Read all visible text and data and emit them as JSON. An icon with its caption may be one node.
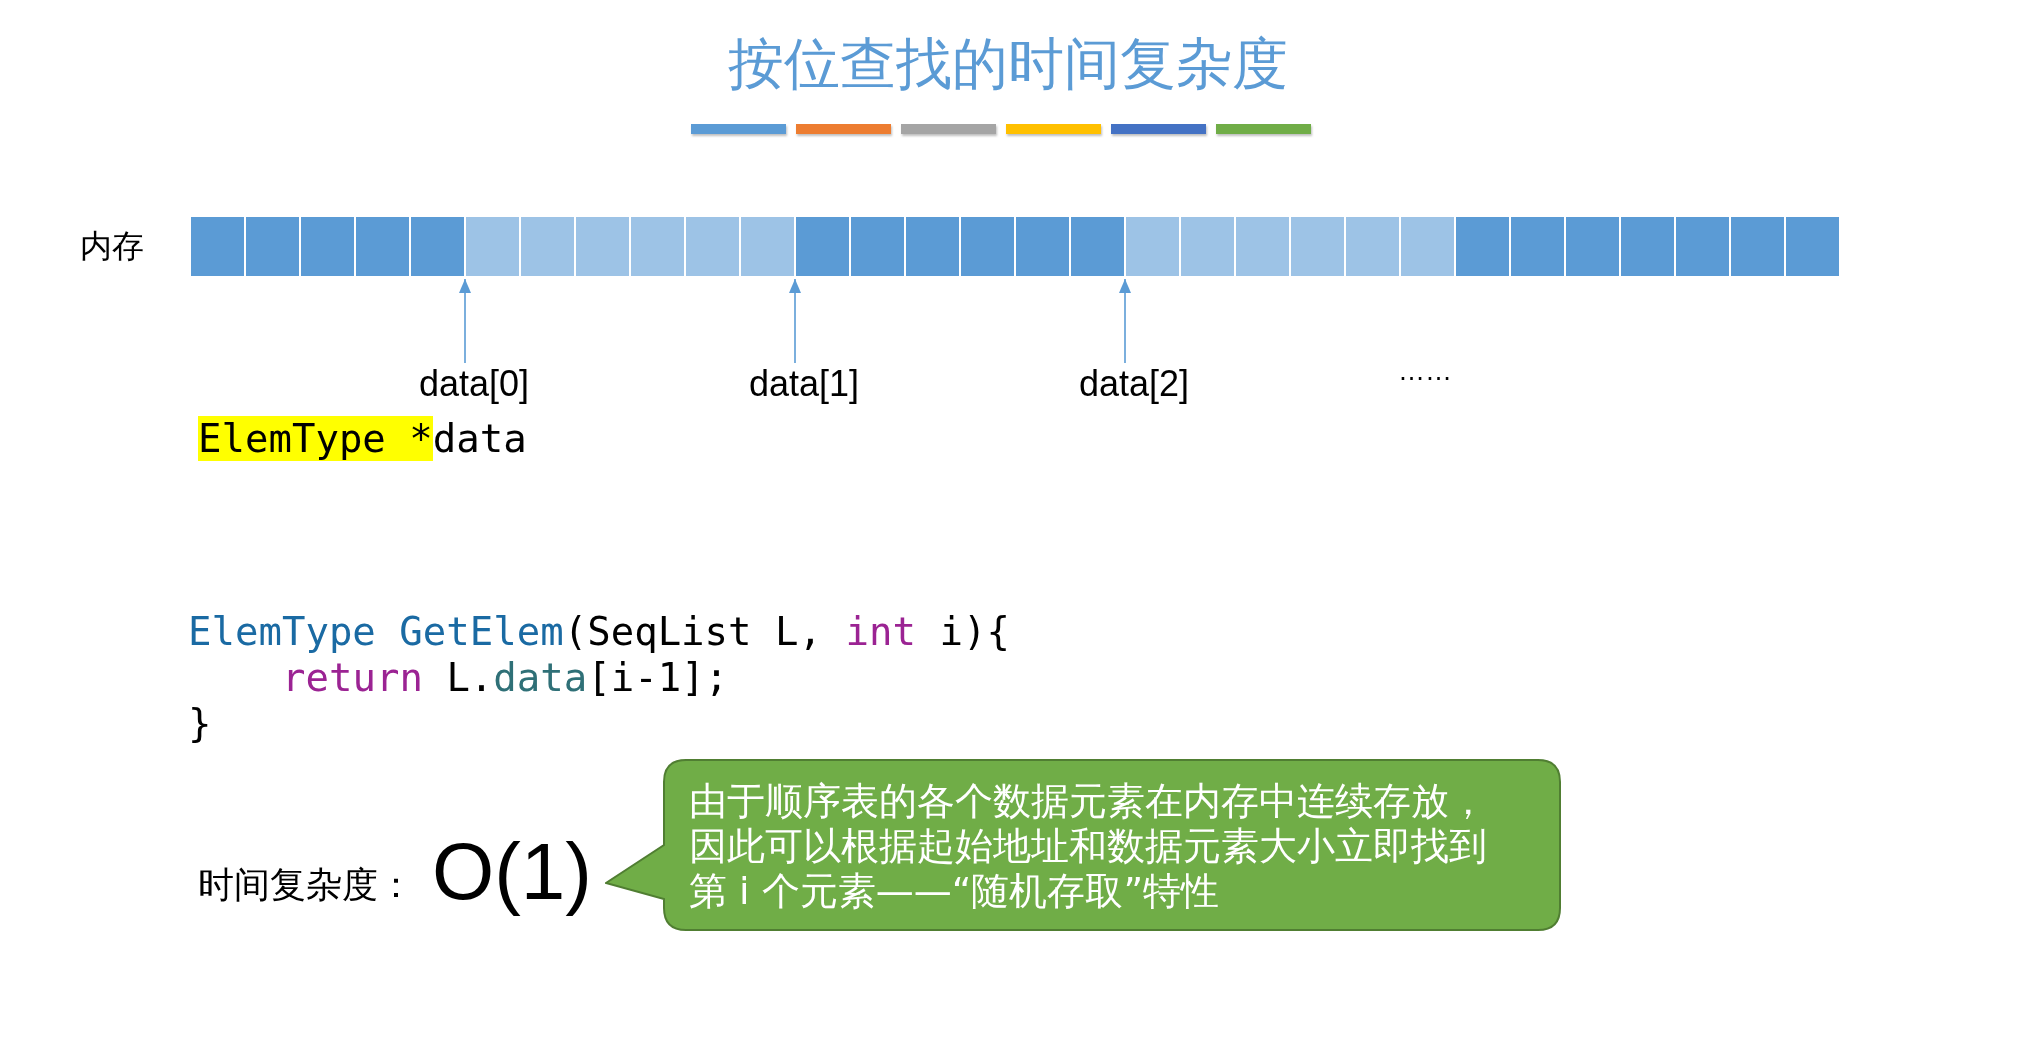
{
  "diagram": {
    "title": "按位查找的时间复杂度",
    "nodes": [
      {
        "text": [],
        "shape": "bar"
      },
      {
        "text": [],
        "shape": "bar"
      },
      {
        "text": [],
        "shape": "bar"
      },
      {
        "text": [],
        "shape": "bar"
      },
      {
        "text": [],
        "shape": "bar"
      },
      {
        "text": [
          "data[0]"
        ]
      },
      {
        "text": [
          "data[1]"
        ]
      },
      {
        "text": [
          "data[2]"
        ]
      },
      {
        "text": [
          "由于顺序表的各个数据元素在内存中连续存放，因此可以根据起始地址和数据元素大小立即找到第 i 个元素——“随机存取”特性"
        ]
      }
    ],
    "edges": [
      {
        "from": 5,
        "to": 1,
        "arrow": "to"
      },
      {
        "from": 6,
        "to": 2,
        "arrow": "to"
      },
      {
        "from": 7,
        "to": 3,
        "arrow": "to"
      }
    ],
    "labels": [
      "内存",
      "……",
      "ElemType *data",
      "ElemType GetElem(SeqList L, int i){",
      "return L.data[i-1];",
      "}",
      "时间复杂度：",
      "O(1)"
    ]
  }
}
